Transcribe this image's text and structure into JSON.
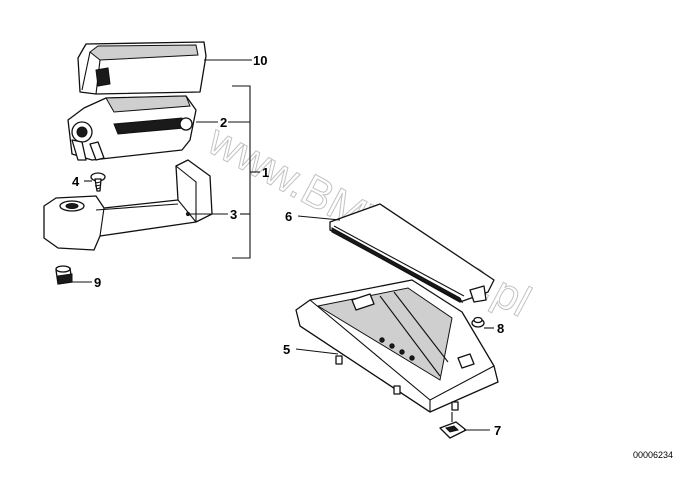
{
  "callouts": {
    "c1": "1",
    "c2": "2",
    "c3": "3",
    "c4": "4",
    "c5": "5",
    "c6": "6",
    "c7": "7",
    "c8": "8",
    "c9": "9",
    "c10": "10"
  },
  "diagram_code": "00006234",
  "watermark": "www.BMWstore.pl"
}
